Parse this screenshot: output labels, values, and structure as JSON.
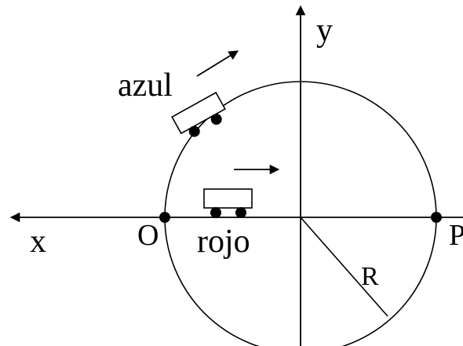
{
  "labels": {
    "x_axis": "x",
    "y_axis": "y",
    "origin": "O",
    "point_p": "P",
    "radius": "R",
    "blue_cart": "azul",
    "red_cart": "rojo"
  },
  "colors": {
    "ink": "#000000",
    "paper": "#ffffff"
  }
}
